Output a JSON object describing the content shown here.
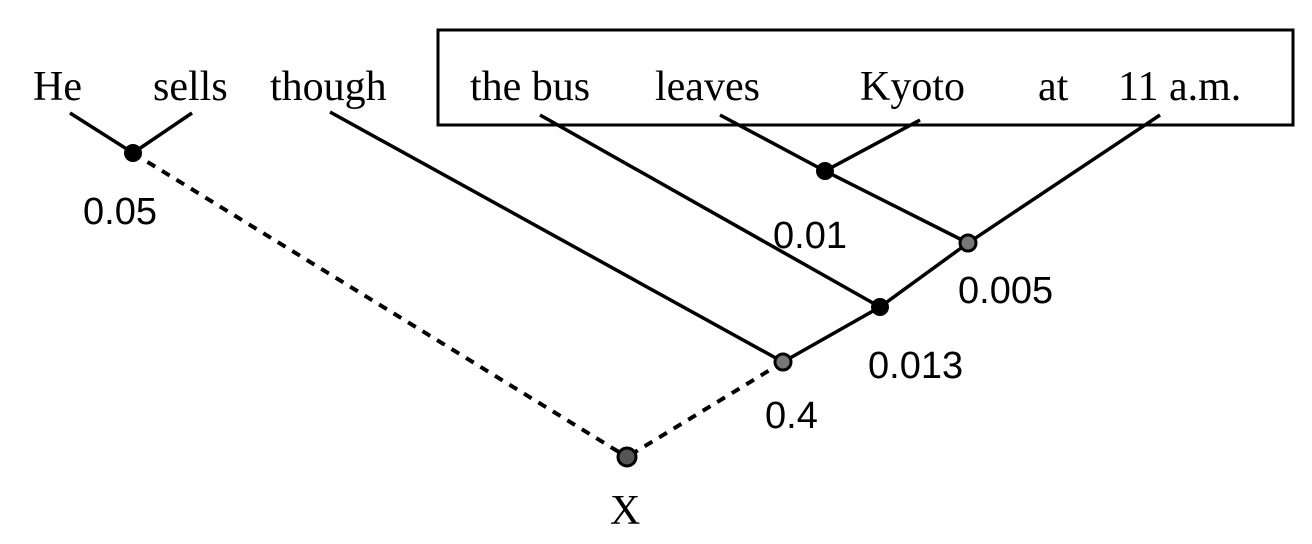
{
  "words": [
    "He",
    "sells",
    "though",
    "the bus",
    "leaves",
    "Kyoto",
    "at",
    "11 a.m."
  ],
  "scores": {
    "he_sells": "0.05",
    "leaves_kyoto": "0.01",
    "plus_11am": "0.005",
    "plus_bus": "0.013",
    "plus_though": "0.4"
  },
  "root_label": "X"
}
